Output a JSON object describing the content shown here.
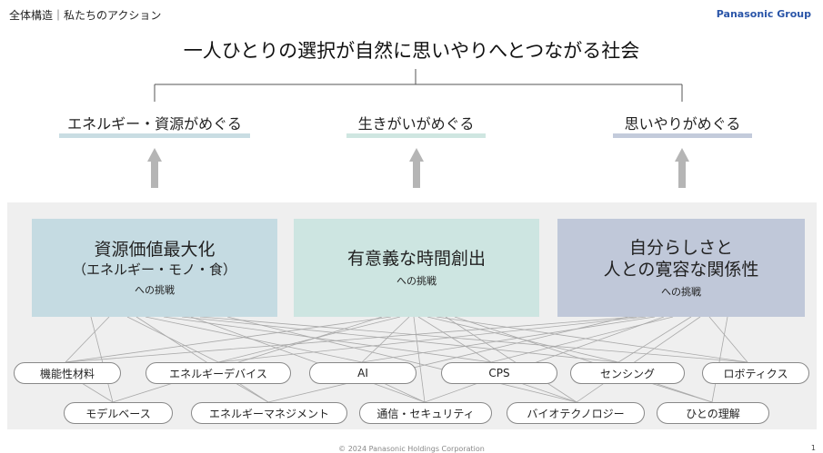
{
  "header": {
    "breadcrumb": "全体構造｜私たちのアクション",
    "brand": "Panasonic Group"
  },
  "main_title": "一人ひとりの選択が自然に思いやりへとつながる社会",
  "outcomes": [
    {
      "label": "エネルギー・資源がめぐる",
      "bar_color": "#c9dde3"
    },
    {
      "label": "生きがいがめぐる",
      "bar_color": "#cfe6e1"
    },
    {
      "label": "思いやりがめぐる",
      "bar_color": "#c3cbdb"
    }
  ],
  "challenges": [
    {
      "title": "資源価値最大化",
      "subtitle": "（エネルギー・モノ・食）",
      "suffix": "への挑戦",
      "color": "#c5dbe2"
    },
    {
      "title": "有意義な時間創出",
      "subtitle": "",
      "suffix": "への挑戦",
      "color": "#cde5e1"
    },
    {
      "title": "自分らしさと",
      "subtitle": "人との寛容な関係性",
      "suffix": "への挑戦",
      "color": "#c0c8d9"
    }
  ],
  "technologies_row1": [
    "機能性材料",
    "エネルギーデバイス",
    "AI",
    "CPS",
    "センシング",
    "ロボティクス"
  ],
  "technologies_row2": [
    "モデルベース",
    "エネルギーマネジメント",
    "通信・セキュリティ",
    "バイオテクノロジー",
    "ひとの理解"
  ],
  "colors": {
    "panel": "#efefef",
    "arrow": "#b5b5b5",
    "brand": "#2a55a8",
    "connector": "#aaaaaa"
  },
  "footer": {
    "copyright": "© 2024 Panasonic Holdings Corporation",
    "page": "1"
  }
}
